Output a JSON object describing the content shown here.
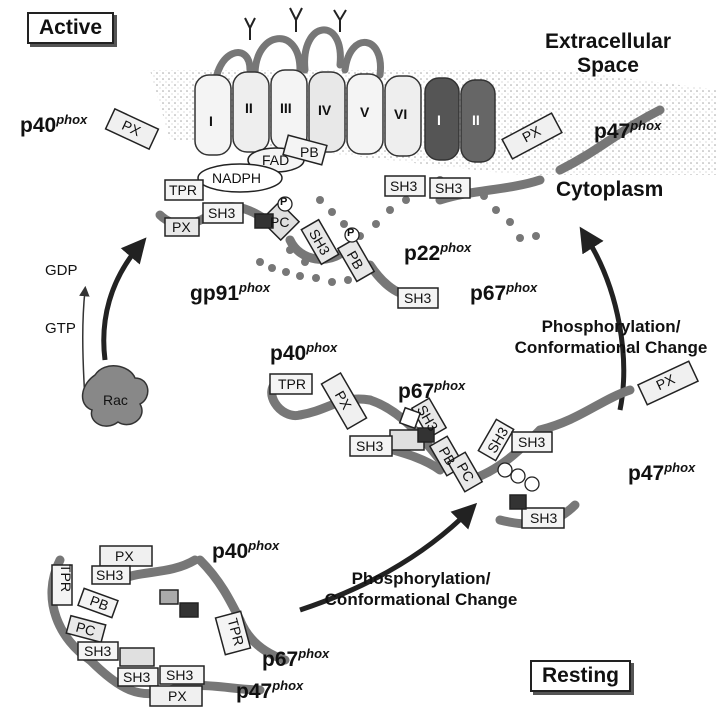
{
  "labels": {
    "active": "Active",
    "resting": "Resting",
    "extracellular_line1": "Extracellular",
    "extracellular_line2": "Space",
    "cytoplasm": "Cytoplasm",
    "gdp": "GDP",
    "gtp": "GTP",
    "rac": "Rac",
    "phos_upper_line1": "Phosphorylation/",
    "phos_upper_line2": "Conformational Change",
    "phos_lower_line1": "Phosphorylation/",
    "phos_lower_line2": "Conformational Change"
  },
  "proteins": {
    "p40": "p40",
    "p47": "p47",
    "p67": "p67",
    "p22": "p22",
    "gp91": "gp91",
    "phox": "phox"
  },
  "membrane_segments": [
    "I",
    "II",
    "III",
    "IV",
    "V",
    "VI",
    "I",
    "II"
  ],
  "domains": {
    "px": "PX",
    "tpr": "TPR",
    "nadph": "NADPH",
    "fad": "FAD",
    "sh3": "SH3",
    "pb": "PB",
    "pc": "PC",
    "p": "P"
  },
  "colors": {
    "chain": "#777777",
    "box_fill": "#f2f2f2",
    "dark_box": "#555555",
    "membrane_dots": "#bbbbbb"
  }
}
